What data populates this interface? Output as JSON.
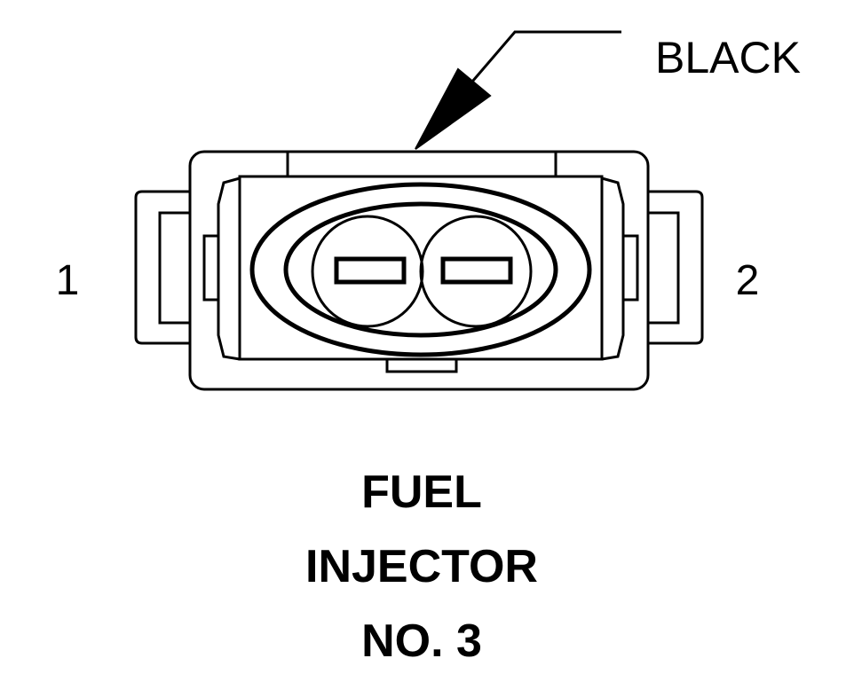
{
  "connector": {
    "color_label": "BLACK",
    "pin_labels": [
      "1",
      "2"
    ]
  },
  "caption": {
    "lines": [
      "FUEL",
      "INJECTOR",
      "NO. 3"
    ]
  },
  "colors": {
    "stroke": "#000000",
    "background": "#ffffff"
  }
}
